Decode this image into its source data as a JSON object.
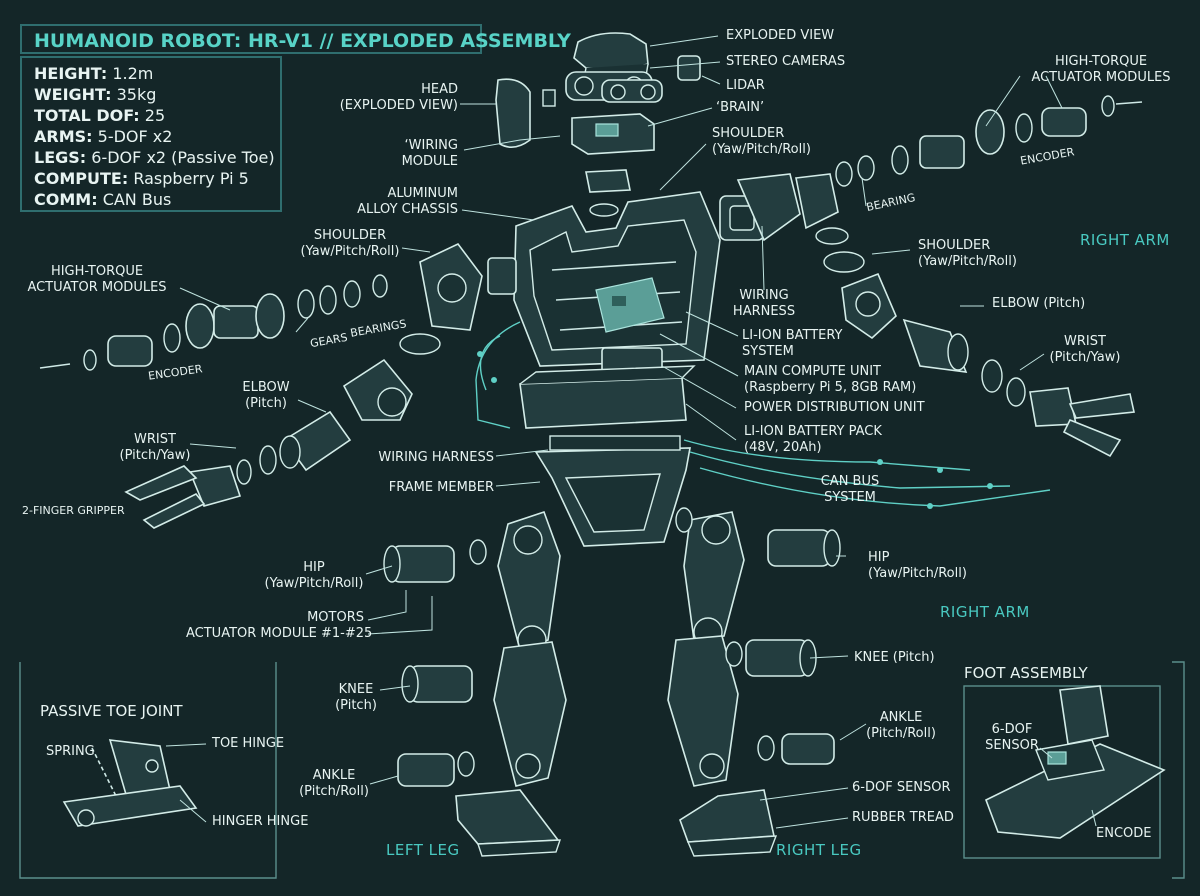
{
  "title": "HUMANOID ROBOT: HR-V1 // EXPLODED ASSEMBLY",
  "specs": [
    {
      "key": "HEIGHT:",
      "value": "1.2m"
    },
    {
      "key": "WEIGHT:",
      "value": "35kg"
    },
    {
      "key": "TOTAL DOF:",
      "value": "25"
    },
    {
      "key": "ARMS:",
      "value": "5-DOF x2"
    },
    {
      "key": "LEGS:",
      "value": "6-DOF x2 (Passive Toe)"
    },
    {
      "key": "COMPUTE:",
      "value": "Raspberry Pi 5"
    },
    {
      "key": "COMM:",
      "value": "CAN Bus"
    }
  ],
  "labels": {
    "exploded_view": "EXPLODED VIEW",
    "stereo_cameras": "STEREO CAMERAS",
    "lidar": "LIDAR",
    "brain": "‘BRAIN’",
    "head": "HEAD\n(EXPLODED VIEW)",
    "wiring_module": "‘WIRING\nMODULE",
    "shoulder_right_top": "SHOULDER\n(Yaw/Pitch/Roll)",
    "actuator_modules_right": "HIGH-TORQUE\nACTUATOR MODULES",
    "encoder_right": "ENCODER",
    "bearing_right": "BEARING",
    "right_arm_top": "RIGHT ARM",
    "aluminum_chassis": "ALUMINUM\nALLOY CHASSIS",
    "shoulder_left": "SHOULDER\n(Yaw/Pitch/Roll)",
    "shoulder_right": "SHOULDER\n(Yaw/Pitch/Roll)",
    "actuator_modules_left": "HIGH-TORQUE\nACTUATOR MODULES",
    "gears": "GEARS",
    "bearings_left": "BEARINGS",
    "encoder_left": "ENCODER",
    "wiring_harness_torso": "WIRING\nHARNESS",
    "battery_system": "LI-ION BATTERY\nSYSTEM",
    "main_compute": "MAIN COMPUTE UNIT\n(Raspberry Pi 5, 8GB RAM)",
    "power_distribution": "POWER DISTRIBUTION UNIT",
    "battery_pack": "LI-ION BATTERY PACK\n(48V, 20Ah)",
    "elbow_right": "ELBOW (Pitch)",
    "wrist_right": "WRIST\n(Pitch/Yaw)",
    "elbow_left": "ELBOW\n(Pitch)",
    "wrist_left": "WRIST\n(Pitch/Yaw)",
    "gripper": "2-FINGER GRIPPER",
    "wiring_harness_lower": "WIRING HARNESS",
    "frame_member": "FRAME MEMBER",
    "can_bus": "CAN BUS\nSYSTEM",
    "hip_left": "HIP\n(Yaw/Pitch/Roll)",
    "hip_right": "HIP\n(Yaw/Pitch/Roll)",
    "motors": "MOTORS\nACTUATOR MODULE #1-#25",
    "right_arm_mid": "RIGHT ARM",
    "knee_right": "KNEE (Pitch)",
    "knee_left": "KNEE\n(Pitch)",
    "ankle_right": "ANKLE\n(Pitch/Roll)",
    "ankle_left": "ANKLE\n(Pitch/Roll)",
    "six_dof_sensor": "6-DOF SENSOR",
    "rubber_tread": "RUBBER TREAD",
    "left_leg": "LEFT LEG",
    "right_leg": "RIGHT LEG",
    "passive_toe_title": "PASSIVE TOE JOINT",
    "spring": "SPRING",
    "toe_hinge": "TOE HINGE",
    "hinger_hinge": "HINGER HINGE",
    "foot_assembly_title": "FOOT ASSEMBLY",
    "foot_sensor": "6-DOF\nSENSOR",
    "encode": "ENCODE"
  }
}
